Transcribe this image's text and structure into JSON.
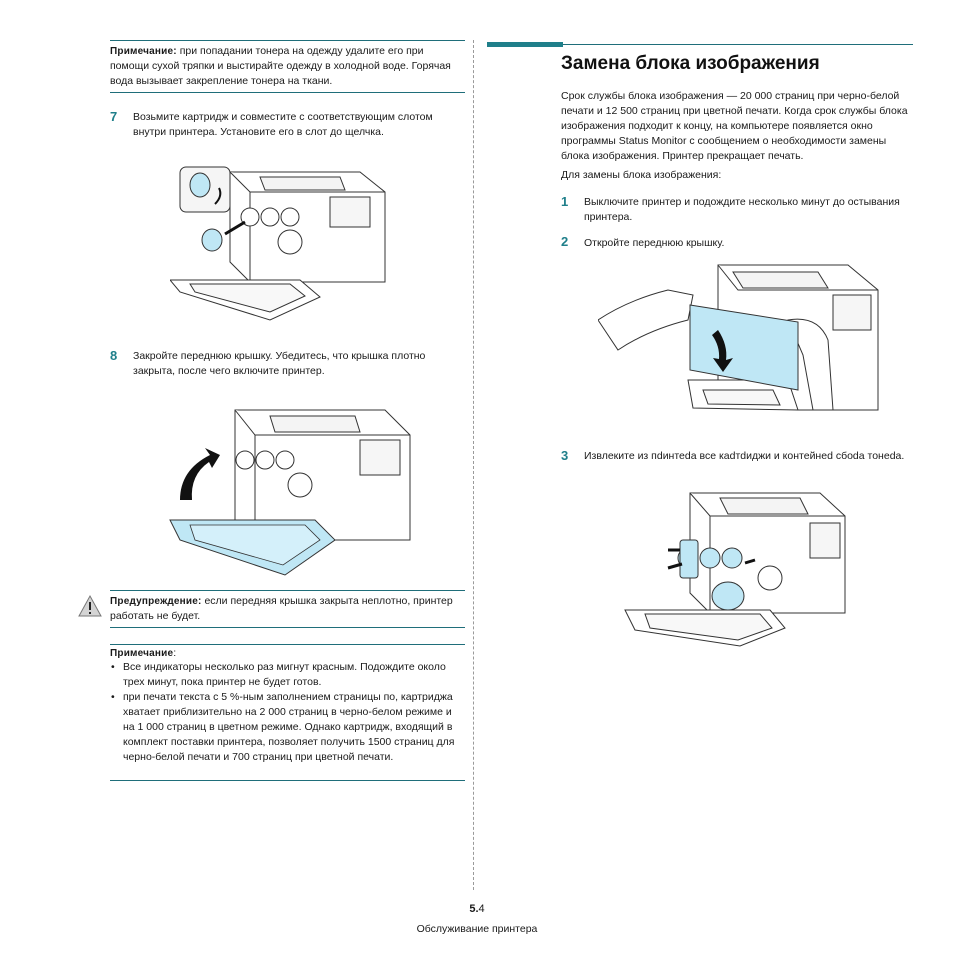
{
  "left": {
    "note1": {
      "label": "Примечание:",
      "text": "при попадании тонера на одежду удалите его при помощи сухой тряпки и выстирайте одежду в холодной воде. Горячая вода вызывает закрепление тонера на ткани."
    },
    "step7": {
      "num": "7",
      "text": "Возьмите картридж и совместите с соответствующим слотом внутри принтера. Установите его в слот до щелчка."
    },
    "step8": {
      "num": "8",
      "text": "Закройте переднюю крышку. Убедитесь, что крышка плотно закрыта, после чего включите принтер."
    },
    "warning": {
      "label": "Предупреждение:",
      "text": "если передняя крышка закрыта неплотно, принтер работать не будет."
    },
    "note2": {
      "label": "Примечание",
      "colon": ":",
      "items": [
        "Все индикаторы несколько раз мигнут красным. Подождите около трех минут, пока принтер не будет готов.",
        "при печати текста с 5 %-ным заполнением страницы по, картриджа хватает приблизительно на 2 000 страниц в черно-белом режиме и на 1 000 страниц в цветном режиме. Однако картридж, входящий в комплект поставки принтера, позволяет получить 1500 страниц для черно-белой печати и 700 страниц при цветной печати."
      ]
    }
  },
  "right": {
    "title": "Замена блока изображения",
    "intro": "Срок службы блока изображения — 20 000 страниц при черно-белой печати и 12 500 страниц при цветной печати. Когда срок службы блока изображения подходит к концу, на компьютере появляется окно программы Status Monitor с сообщением о необходимости замены блока изображения. Принтер прекращает печать.",
    "lead": "Для замены блока изображения:",
    "step1": {
      "num": "1",
      "text": "Выключите принтер и подождите несколько минут до остывания принтера."
    },
    "step2": {
      "num": "2",
      "text": "Откройте переднюю крышку."
    },
    "step3": {
      "num": "3",
      "text": "Извлеките из пdинтеdа все каdтdиджи и контейнеd сбоdа тонеdа."
    }
  },
  "footer": {
    "page_major": "5.",
    "page_minor": "4",
    "section": "Обслуживание принтера"
  },
  "colors": {
    "accent": "#1f7f8a",
    "rule": "#1f6e7a",
    "highlight": "#bfe7f5"
  }
}
